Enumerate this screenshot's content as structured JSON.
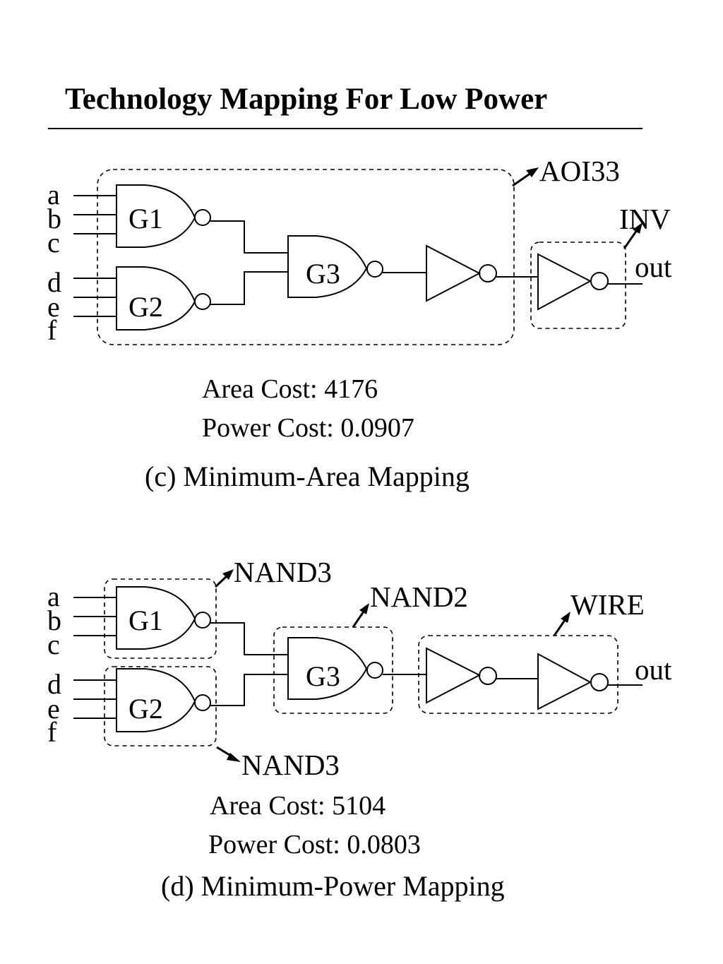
{
  "title": "Technology Mapping For Low Power",
  "panel_c": {
    "inputs": [
      "a",
      "b",
      "c",
      "d",
      "e",
      "f"
    ],
    "gates": [
      "G1",
      "G2",
      "G3"
    ],
    "cells": {
      "aoi33": "AOI33",
      "inv": "INV"
    },
    "output": "out",
    "area_cost": "Area Cost: 4176",
    "power_cost": "Power Cost: 0.0907",
    "caption": "(c) Minimum-Area Mapping"
  },
  "panel_d": {
    "inputs": [
      "a",
      "b",
      "c",
      "d",
      "e",
      "f"
    ],
    "gates": [
      "G1",
      "G2",
      "G3"
    ],
    "cells": {
      "nand3_top": "NAND3",
      "nand2": "NAND2",
      "wire": "WIRE",
      "nand3_bottom": "NAND3"
    },
    "output": "out",
    "area_cost": "Area Cost: 5104",
    "power_cost": "Power Cost: 0.0803",
    "caption": "(d) Minimum-Power Mapping"
  }
}
